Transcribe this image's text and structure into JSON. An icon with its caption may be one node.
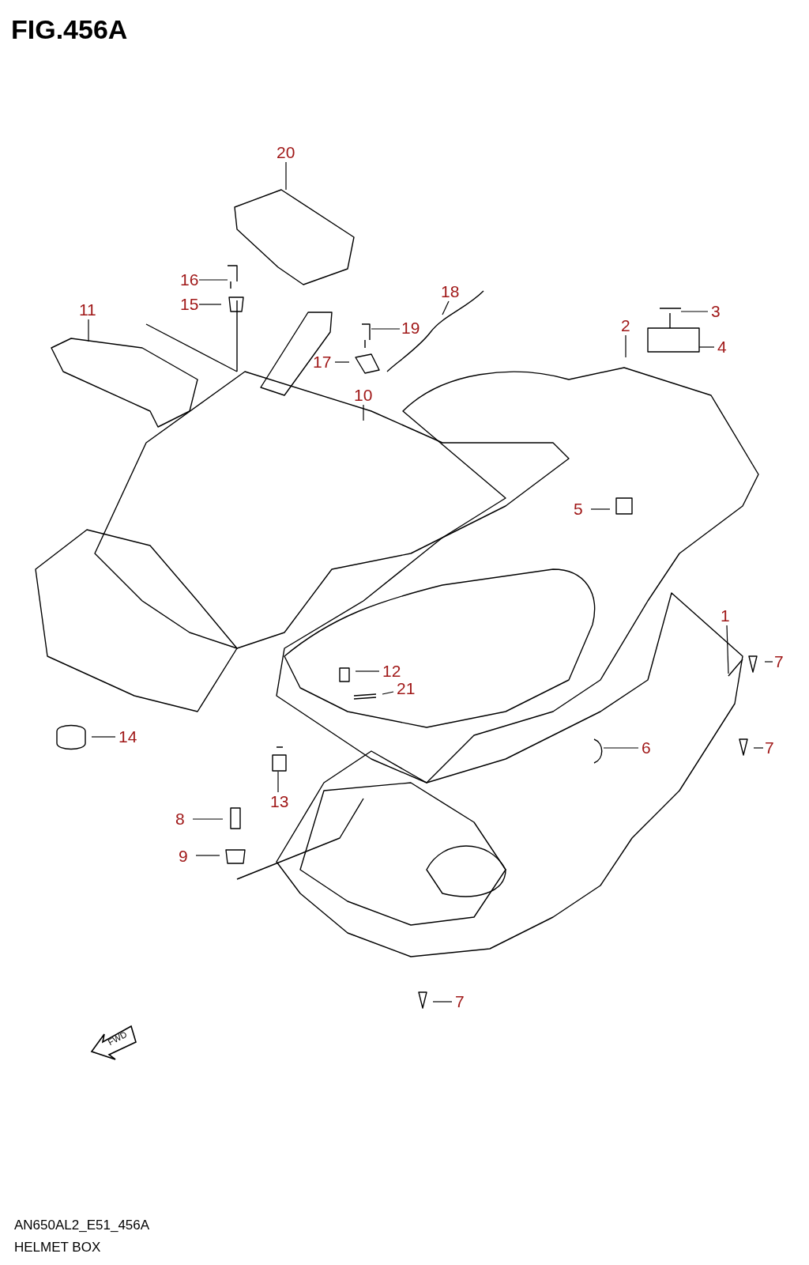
{
  "diagram": {
    "title": "FIG.456A",
    "nodes": [
      {
        "text": [
          "20"
        ]
      },
      {
        "text": [
          "16"
        ]
      },
      {
        "text": [
          "15"
        ]
      },
      {
        "text": [
          "11"
        ]
      },
      {
        "text": [
          "18"
        ]
      },
      {
        "text": [
          "19"
        ]
      },
      {
        "text": [
          "17"
        ]
      },
      {
        "text": [
          "3"
        ]
      },
      {
        "text": [
          "2"
        ]
      },
      {
        "text": [
          "4"
        ]
      },
      {
        "text": [
          "10"
        ]
      },
      {
        "text": [
          "5"
        ]
      },
      {
        "text": [
          "1"
        ]
      },
      {
        "text": [
          "7"
        ]
      },
      {
        "text": [
          "12"
        ]
      },
      {
        "text": [
          "21"
        ]
      },
      {
        "text": [
          "6"
        ]
      },
      {
        "text": [
          "14"
        ]
      },
      {
        "text": [
          "7"
        ]
      },
      {
        "text": [
          "13"
        ]
      },
      {
        "text": [
          "8"
        ]
      },
      {
        "text": [
          "9"
        ]
      },
      {
        "text": [
          "7"
        ]
      }
    ],
    "edges": [
      {
        "from": 0,
        "to": null,
        "arrow": "none"
      },
      {
        "from": 1,
        "to": null,
        "arrow": "none"
      },
      {
        "from": 2,
        "to": null,
        "arrow": "none"
      },
      {
        "from": 3,
        "to": null,
        "arrow": "none"
      },
      {
        "from": 4,
        "to": null,
        "arrow": "none"
      },
      {
        "from": 5,
        "to": null,
        "arrow": "none"
      },
      {
        "from": 6,
        "to": null,
        "arrow": "none"
      },
      {
        "from": 7,
        "to": null,
        "arrow": "none"
      },
      {
        "from": 8,
        "to": null,
        "arrow": "none"
      },
      {
        "from": 9,
        "to": null,
        "arrow": "none"
      },
      {
        "from": 10,
        "to": null,
        "arrow": "none"
      },
      {
        "from": 11,
        "to": null,
        "arrow": "none"
      },
      {
        "from": 12,
        "to": null,
        "arrow": "none"
      },
      {
        "from": 13,
        "to": null,
        "arrow": "none"
      },
      {
        "from": 14,
        "to": null,
        "arrow": "none"
      },
      {
        "from": 15,
        "to": null,
        "arrow": "none"
      },
      {
        "from": 16,
        "to": null,
        "arrow": "none"
      },
      {
        "from": 17,
        "to": null,
        "arrow": "none"
      },
      {
        "from": 18,
        "to": null,
        "arrow": "none"
      },
      {
        "from": 19,
        "to": null,
        "arrow": "none"
      },
      {
        "from": 20,
        "to": null,
        "arrow": "none"
      },
      {
        "from": 21,
        "to": null,
        "arrow": "none"
      },
      {
        "from": 22,
        "to": null,
        "arrow": "none"
      }
    ],
    "labels": [
      "FWD",
      "AN650AL2_E51_456A",
      "HELMET BOX"
    ]
  }
}
